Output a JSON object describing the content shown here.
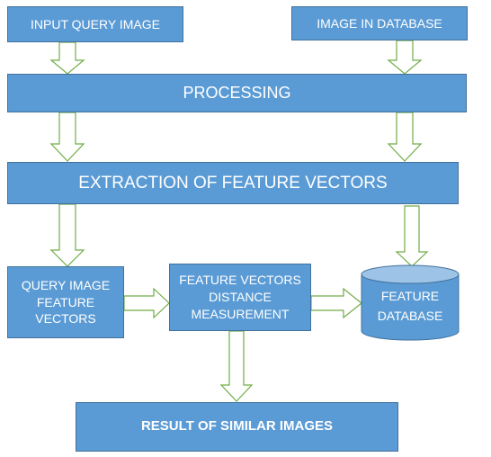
{
  "nodes": {
    "input_query_image": "INPUT QUERY IMAGE",
    "image_in_database": "IMAGE IN DATABASE",
    "processing": "PROCESSING",
    "extraction": "EXTRACTION OF FEATURE VECTORS",
    "query_image_feature_vectors": [
      "QUERY IMAGE",
      "FEATURE",
      "VECTORS"
    ],
    "distance_measurement": [
      "FEATURE VECTORS",
      "DISTANCE",
      "MEASUREMENT"
    ],
    "feature_database": [
      "FEATURE",
      "DATABASE"
    ],
    "result": "RESULT OF SIMILAR IMAGES"
  },
  "colors": {
    "box_fill": "#5b9bd5",
    "box_border": "#41719c",
    "arrow_stroke": "#70ad47",
    "text": "#ffffff"
  }
}
